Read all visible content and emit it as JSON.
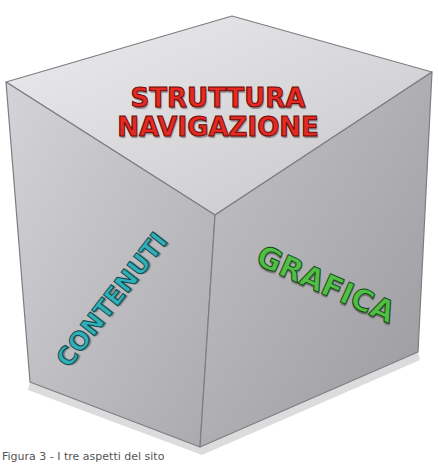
{
  "diagram": {
    "caption": "Figura 3 - I tre aspetti del sito",
    "nodes": [
      {
        "text": [
          "STRUTTURA NAVIGAZIONE"
        ]
      },
      {
        "text": [
          "CONTENUTI"
        ]
      },
      {
        "text": [
          "GRAFICA"
        ]
      }
    ]
  }
}
